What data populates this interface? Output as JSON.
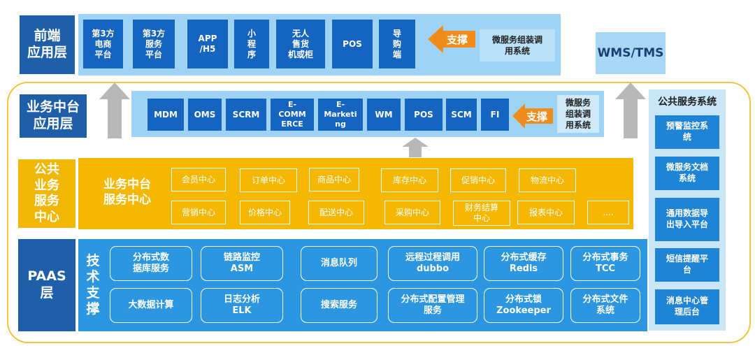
{
  "frontend": {
    "label": "前端\n应用层",
    "tiles": [
      "第3方\n电商\n平台",
      "第3方\n服务\n平台",
      "APP\n/H5",
      "小\n程\n序",
      "无人\n售货\n机或柜",
      "POS",
      "导\n购\n端"
    ],
    "support": "支撑",
    "microservice": "微服务组装调\n用系统"
  },
  "wms": "WMS/TMS",
  "business_app": {
    "label": "业务中台\n应用层",
    "tiles": [
      "MDM",
      "OMS",
      "SCRM",
      "E-\nCOMM\nERCE",
      "E-\nMarketi\nng",
      "WM",
      "POS",
      "SCM",
      "FI"
    ],
    "support": "支撑",
    "microservice": "微服务\n组装调\n用系统"
  },
  "public_business": {
    "label": "公共\n业务\n服务\n中心",
    "center_title": "业务中台\n服务中心",
    "row1": [
      "会员中心",
      "订单中心",
      "商品中心",
      "库存中心",
      "促销中心",
      "物流中心"
    ],
    "row2": [
      "营销中心",
      "价格中心",
      "配送中心",
      "采购中心",
      "财务结算\n中心",
      "报表中心",
      "...."
    ]
  },
  "paas": {
    "label": "PAAS\n层",
    "side_title": "技\n术\n支\n撑",
    "row1": [
      "分布式数\n据库服务",
      "链路监控\nASM",
      "消息队列",
      "远程过程调用\ndubbo",
      "分布式缓存\nRedis",
      "分布式事务\nTCC"
    ],
    "row2": [
      "大数据计算",
      "日志分析\nELK",
      "搜索服务",
      "分布式配置管理\n服务",
      "分布式锁\nZookeeper",
      "分布式文件\n系统"
    ]
  },
  "public_service": {
    "title": "公共服务系统",
    "items": [
      "预警监控系\n统",
      "微服务文档\n系统",
      "通用数据导\n出导入平台",
      "短信提醒平\n台",
      "消息中心管\n理后台"
    ]
  },
  "colors": {
    "dark_blue": "#1f5ea8",
    "tile_blue": "#1565c0",
    "light_blue": "#9ed3f5",
    "gold": "#f5b800",
    "arrow_orange": "#f08c1a",
    "arrow_gray": "#b8b8b8"
  }
}
